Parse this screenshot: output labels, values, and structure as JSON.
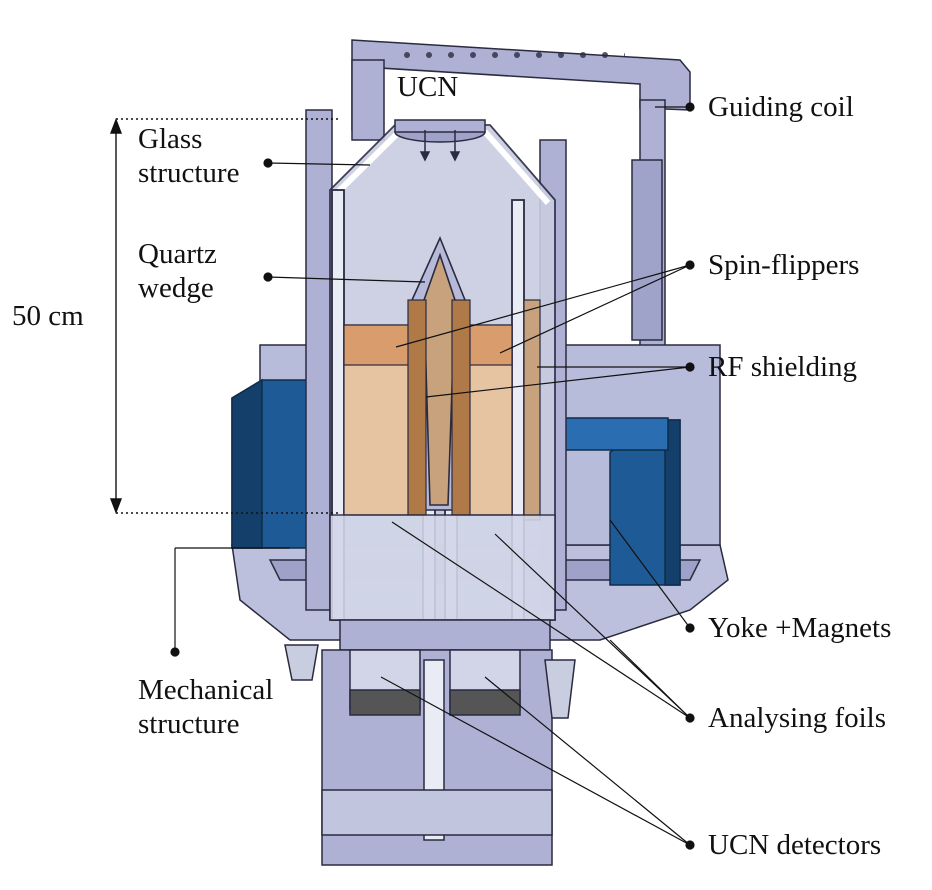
{
  "labels": {
    "ucn": "UCN",
    "glass_structure": [
      "Glass",
      "structure"
    ],
    "quartz_wedge": [
      "Quartz",
      "wedge"
    ],
    "dimension": "50 cm",
    "guiding_coil": "Guiding coil",
    "spin_flippers": "Spin-flippers",
    "rf_shielding": "RF shielding",
    "yoke_magnets": "Yoke +Magnets",
    "analysing_foils": "Analysing foils",
    "ucn_detectors": "UCN detectors",
    "mechanical_structure": [
      "Mechanical",
      "structure"
    ]
  },
  "colors": {
    "frame": "#aeb1d4",
    "frame_dark": "#7c80a8",
    "outline": "#2a2a40",
    "glass": "#c9cde0",
    "copper_light": "#e6c4a2",
    "copper": "#d99c6c",
    "yoke": "#1e5a96",
    "yoke_dark": "#143f6a",
    "shield_tan": "#c8a27c"
  }
}
